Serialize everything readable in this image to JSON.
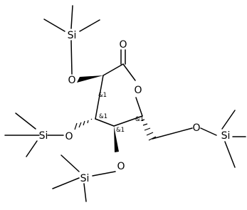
{
  "atoms": {
    "carbonyl_oxygen": "O",
    "ring_oxygen": "O",
    "o2": "O",
    "o3": "O",
    "o4": "O",
    "o6": "O",
    "si_top": "Si",
    "si_left": "Si",
    "si_bottom": "Si",
    "si_right": "Si"
  },
  "stereo_labels": {
    "c2": "&1",
    "c3": "&1",
    "c4": "&1",
    "c5": "&1"
  }
}
